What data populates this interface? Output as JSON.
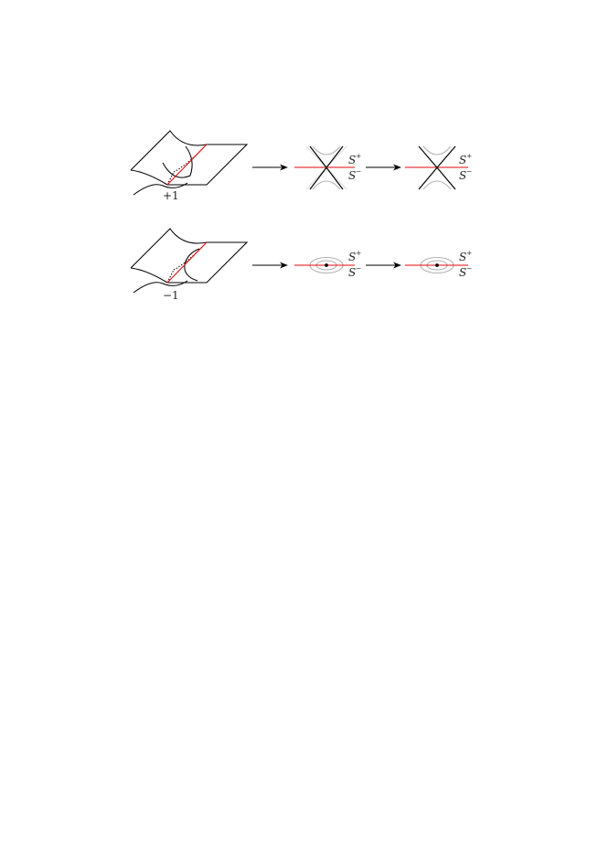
{
  "rows": [
    {
      "sign_label": "+1",
      "panels": [
        {
          "s_plus": {
            "base": "S",
            "sup": "+"
          },
          "s_minus": {
            "base": "S",
            "sup": "−"
          }
        },
        {
          "s_plus": {
            "base": "S",
            "sup": "+"
          },
          "s_minus": {
            "base": "S",
            "sup": "−"
          }
        }
      ]
    },
    {
      "sign_label": "−1",
      "panels": [
        {
          "s_plus": {
            "base": "S",
            "sup": "+"
          },
          "s_minus": {
            "base": "S",
            "sup": "−"
          }
        },
        {
          "s_plus": {
            "base": "S",
            "sup": "+"
          },
          "s_minus": {
            "base": "S",
            "sup": "−"
          }
        }
      ]
    }
  ],
  "colors": {
    "stroke": "#000000",
    "singular_line": "#e8161b",
    "level_curves": "#b4b4b4"
  }
}
